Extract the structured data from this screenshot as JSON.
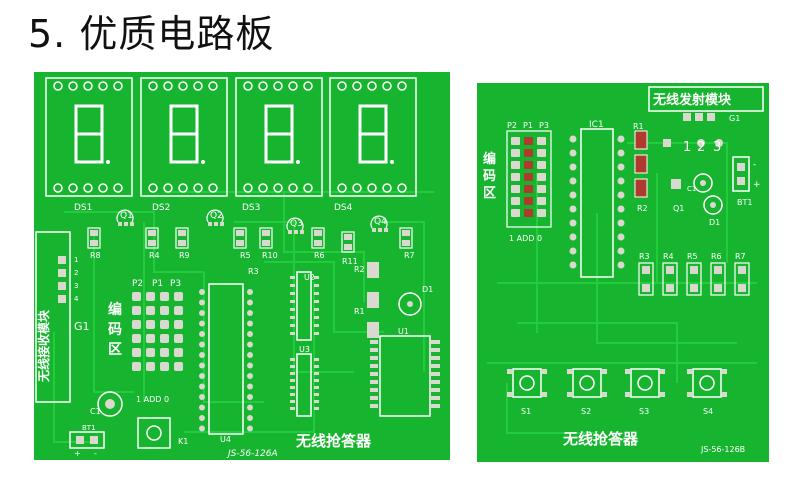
{
  "page": {
    "heading": "5. 优质电路板"
  },
  "boardA": {
    "digit_labels": [
      "DS1",
      "DS2",
      "DS3",
      "DS4"
    ],
    "transistor_labels": [
      "Q1",
      "Q2",
      "Q3",
      "Q4"
    ],
    "resistor_labels_row1": [
      "R8",
      "R4",
      "R9",
      "R5",
      "R10",
      "R6",
      "R11",
      "R7"
    ],
    "header_labels": [
      "P2",
      "P1",
      "P3"
    ],
    "side_chars": [
      "编",
      "码",
      "区"
    ],
    "receiver_text": "无线接收模块",
    "g1_label": "G1",
    "pin_numbers": [
      "1",
      "2",
      "3",
      "4"
    ],
    "u_labels": [
      "U2",
      "U3",
      "U4",
      "U1"
    ],
    "r_labels_misc": [
      "R3",
      "R2",
      "R1"
    ],
    "d1_label": "D1",
    "c1_label": "C1",
    "add_label": "1 ADD 0",
    "bt1_label": "BT1",
    "k1_label": "K1",
    "model": "JS-56-126A",
    "title": "无线抢答器",
    "polarity": [
      "+",
      "-"
    ]
  },
  "boardB": {
    "module_title": "无线发射模块",
    "g1_label": "G1",
    "header_labels": [
      "P2",
      "P1",
      "P3"
    ],
    "ic_label": "IC1",
    "side_chars": [
      "编",
      "码",
      "区"
    ],
    "add_label": "1 ADD 0",
    "r_top": [
      "R1",
      "R2"
    ],
    "pin_numbers": [
      "1",
      "2",
      "3"
    ],
    "c1_label": "C1",
    "q1_label": "Q1",
    "d1_label": "D1",
    "bt1_label": "BT1",
    "polarity": [
      "-",
      "+"
    ],
    "r_row": [
      "R3",
      "R4",
      "R5",
      "R6",
      "R7"
    ],
    "switch_labels": [
      "S1",
      "S2",
      "S3",
      "S4"
    ],
    "title": "无线抢答器",
    "model": "JS-56-126B"
  },
  "colors": {
    "pcb_green": "#17b52f",
    "pcb_dark": "#0e8f22",
    "trace": "#1fc93a",
    "pad_silver": "#d9d9cf",
    "pad_red": "#b03a2e",
    "silk": "#ffffff"
  }
}
